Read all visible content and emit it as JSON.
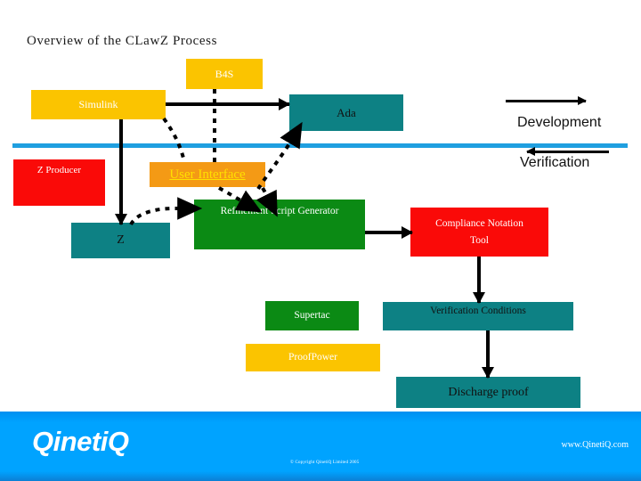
{
  "slide": {
    "title": "Overview of the CLawZ Process",
    "divider_color": "#1f9fe0"
  },
  "lifecycle_labels": {
    "development": "Development",
    "verification": "Verification"
  },
  "nodes": {
    "b4s": "B4S",
    "simulink": "Simulink",
    "ada": "Ada",
    "z_producer": "Z Producer",
    "user_interface": "User Interface",
    "z": "Z",
    "refinement_script_generator": "Refinement Script Generator",
    "compliance_notation_tool_line1": "Compliance Notation",
    "compliance_notation_tool_line2": "Tool",
    "supertac": "Supertac",
    "verification_conditions": "Verification Conditions",
    "proofpower": "ProofPower",
    "discharge_proof": "Discharge proof"
  },
  "colors": {
    "yellow": "#fbc400",
    "orange": "#f49a15",
    "orange_text": "#ffe000",
    "red": "#fa0a08",
    "teal": "#0d8184",
    "green": "#0b8a14",
    "blue_bar": "#00a3ff"
  },
  "footer": {
    "brand": "QinetiQ",
    "url": "www.QinetiQ.com",
    "copyright": "© Copyright QinetiQ Limited 2005"
  }
}
